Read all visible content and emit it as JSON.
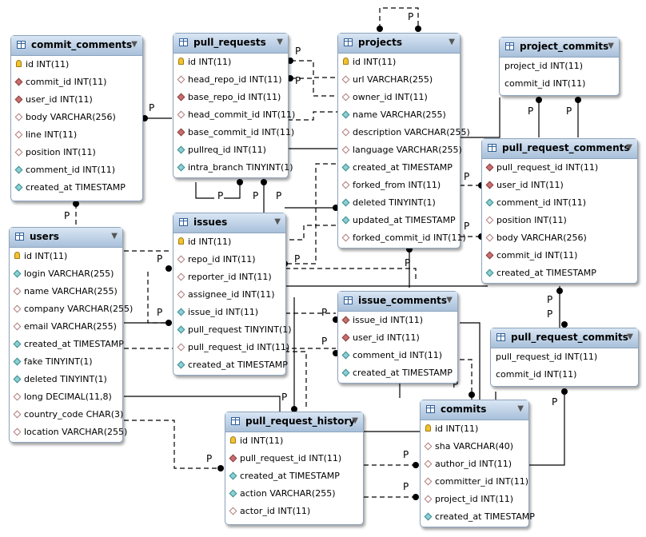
{
  "tables": {
    "commit_comments": {
      "title": "commit_comments",
      "fields": [
        {
          "name": "id INT(11)",
          "icon": "key"
        },
        {
          "name": "commit_id INT(11)",
          "icon": "fk"
        },
        {
          "name": "user_id INT(11)",
          "icon": "fk"
        },
        {
          "name": "body VARCHAR(256)",
          "icon": "col"
        },
        {
          "name": "line INT(11)",
          "icon": "col"
        },
        {
          "name": "position INT(11)",
          "icon": "col"
        },
        {
          "name": "comment_id INT(11)",
          "icon": "nn"
        },
        {
          "name": "created_at TIMESTAMP",
          "icon": "nn"
        }
      ]
    },
    "pull_requests": {
      "title": "pull_requests",
      "fields": [
        {
          "name": "id INT(11)",
          "icon": "key"
        },
        {
          "name": "head_repo_id INT(11)",
          "icon": "col"
        },
        {
          "name": "base_repo_id INT(11)",
          "icon": "fk"
        },
        {
          "name": "head_commit_id INT(11)",
          "icon": "col"
        },
        {
          "name": "base_commit_id INT(11)",
          "icon": "fk"
        },
        {
          "name": "pullreq_id INT(11)",
          "icon": "nn"
        },
        {
          "name": "intra_branch TINYINT(1)",
          "icon": "nn"
        }
      ]
    },
    "projects": {
      "title": "projects",
      "fields": [
        {
          "name": "id INT(11)",
          "icon": "key"
        },
        {
          "name": "url VARCHAR(255)",
          "icon": "col"
        },
        {
          "name": "owner_id INT(11)",
          "icon": "col"
        },
        {
          "name": "name VARCHAR(255)",
          "icon": "nn"
        },
        {
          "name": "description VARCHAR(255)",
          "icon": "col"
        },
        {
          "name": "language VARCHAR(255)",
          "icon": "col"
        },
        {
          "name": "created_at TIMESTAMP",
          "icon": "nn"
        },
        {
          "name": "forked_from INT(11)",
          "icon": "col"
        },
        {
          "name": "deleted TINYINT(1)",
          "icon": "nn"
        },
        {
          "name": "updated_at TIMESTAMP",
          "icon": "nn"
        },
        {
          "name": "forked_commit_id INT(11)",
          "icon": "col"
        }
      ]
    },
    "project_commits": {
      "title": "project_commits",
      "fields": [
        {
          "name": "project_id INT(11)",
          "icon": "none"
        },
        {
          "name": "commit_id INT(11)",
          "icon": "none"
        }
      ]
    },
    "pull_request_comments": {
      "title": "pull_request_comments",
      "fields": [
        {
          "name": "pull_request_id INT(11)",
          "icon": "fk"
        },
        {
          "name": "user_id INT(11)",
          "icon": "fk"
        },
        {
          "name": "comment_id INT(11)",
          "icon": "nn"
        },
        {
          "name": "position INT(11)",
          "icon": "col"
        },
        {
          "name": "body VARCHAR(256)",
          "icon": "col"
        },
        {
          "name": "commit_id INT(11)",
          "icon": "fk"
        },
        {
          "name": "created_at TIMESTAMP",
          "icon": "nn"
        }
      ]
    },
    "users": {
      "title": "users",
      "fields": [
        {
          "name": "id INT(11)",
          "icon": "key"
        },
        {
          "name": "login VARCHAR(255)",
          "icon": "nn"
        },
        {
          "name": "name VARCHAR(255)",
          "icon": "col"
        },
        {
          "name": "company VARCHAR(255)",
          "icon": "col"
        },
        {
          "name": "email VARCHAR(255)",
          "icon": "col"
        },
        {
          "name": "created_at TIMESTAMP",
          "icon": "nn"
        },
        {
          "name": "fake TINYINT(1)",
          "icon": "nn"
        },
        {
          "name": "deleted TINYINT(1)",
          "icon": "nn"
        },
        {
          "name": "long DECIMAL(11,8)",
          "icon": "col"
        },
        {
          "name": "country_code CHAR(3)",
          "icon": "col"
        },
        {
          "name": "location VARCHAR(255)",
          "icon": "col"
        }
      ]
    },
    "issues": {
      "title": "issues",
      "fields": [
        {
          "name": "id INT(11)",
          "icon": "key"
        },
        {
          "name": "repo_id INT(11)",
          "icon": "col"
        },
        {
          "name": "reporter_id INT(11)",
          "icon": "col"
        },
        {
          "name": "assignee_id INT(11)",
          "icon": "col"
        },
        {
          "name": "issue_id INT(11)",
          "icon": "nn"
        },
        {
          "name": "pull_request TINYINT(1)",
          "icon": "nn"
        },
        {
          "name": "pull_request_id INT(11)",
          "icon": "col"
        },
        {
          "name": "created_at TIMESTAMP",
          "icon": "nn"
        }
      ]
    },
    "issue_comments": {
      "title": "issue_comments",
      "fields": [
        {
          "name": "issue_id INT(11)",
          "icon": "fk"
        },
        {
          "name": "user_id INT(11)",
          "icon": "fk"
        },
        {
          "name": "comment_id INT(11)",
          "icon": "nn"
        },
        {
          "name": "created_at TIMESTAMP",
          "icon": "nn"
        }
      ]
    },
    "pull_request_commits": {
      "title": "pull_request_commits",
      "fields": [
        {
          "name": "pull_request_id INT(11)",
          "icon": "none"
        },
        {
          "name": "commit_id INT(11)",
          "icon": "none"
        }
      ]
    },
    "pull_request_history": {
      "title": "pull_request_history",
      "fields": [
        {
          "name": "id INT(11)",
          "icon": "key"
        },
        {
          "name": "pull_request_id INT(11)",
          "icon": "fk"
        },
        {
          "name": "created_at TIMESTAMP",
          "icon": "nn"
        },
        {
          "name": "action VARCHAR(255)",
          "icon": "nn"
        },
        {
          "name": "actor_id INT(11)",
          "icon": "col"
        }
      ]
    },
    "commits": {
      "title": "commits",
      "fields": [
        {
          "name": "id INT(11)",
          "icon": "key"
        },
        {
          "name": "sha VARCHAR(40)",
          "icon": "col"
        },
        {
          "name": "author_id INT(11)",
          "icon": "col"
        },
        {
          "name": "committer_id INT(11)",
          "icon": "col"
        },
        {
          "name": "project_id INT(11)",
          "icon": "col"
        },
        {
          "name": "created_at TIMESTAMP",
          "icon": "nn"
        }
      ]
    }
  },
  "relationship_marker": "P",
  "colors": {
    "header_top": "#d9e6f4",
    "header_bottom": "#a8c0da",
    "border": "#8ea4bd",
    "line": "#000000",
    "fk_icon": "#c87070",
    "nn_icon": "#8ad0d4",
    "key_icon": "#f2c230"
  }
}
